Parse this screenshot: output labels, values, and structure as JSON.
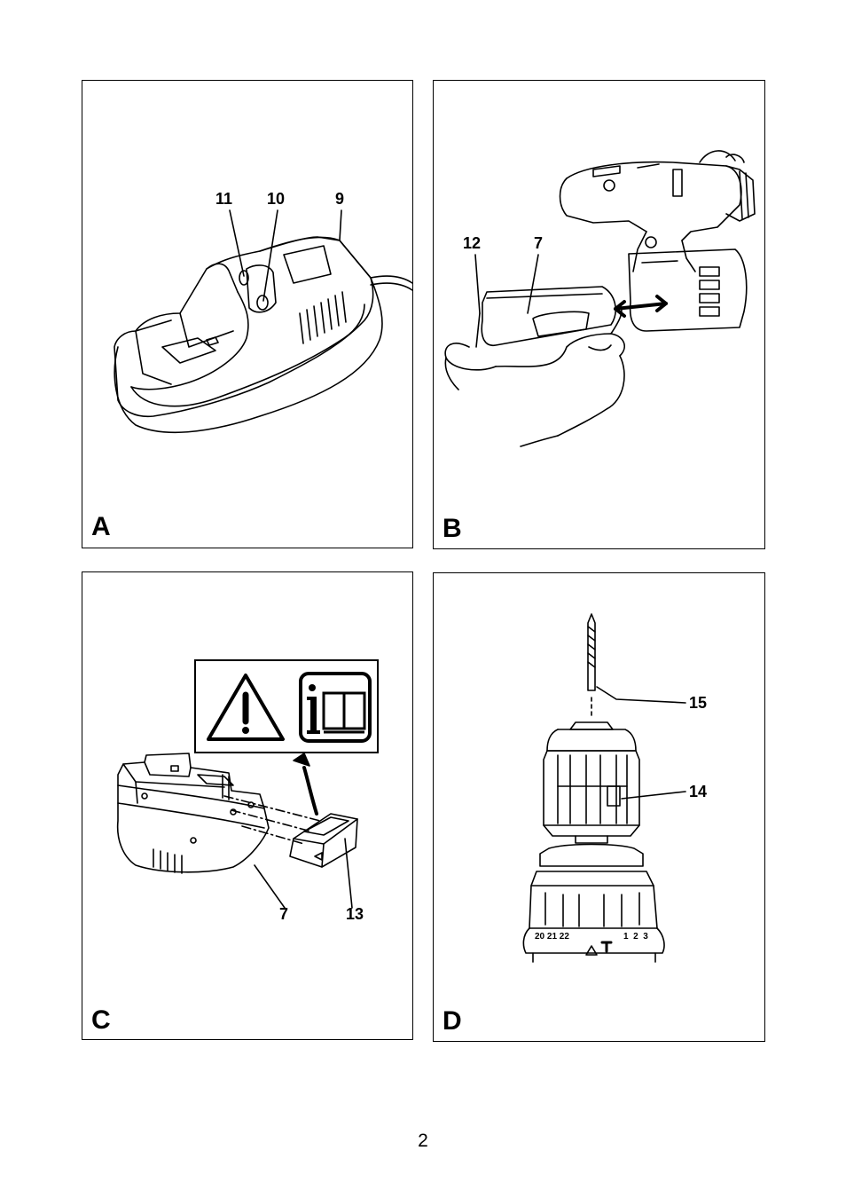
{
  "page_number": "2",
  "panels": {
    "A": {
      "label": "A",
      "callouts": {
        "c11": "11",
        "c10": "10",
        "c9": "9"
      }
    },
    "B": {
      "label": "B",
      "callouts": {
        "c12": "12",
        "c7": "7"
      }
    },
    "C": {
      "label": "C",
      "callouts": {
        "c7": "7",
        "c13": "13"
      },
      "symbols": [
        "warning-triangle-icon",
        "read-manual-icon"
      ]
    },
    "D": {
      "label": "D",
      "callouts": {
        "c15": "15",
        "c14": "14"
      },
      "torque_dial": {
        "left_numbers": "20 21 22",
        "right_numbers": "1  2  3"
      }
    }
  },
  "colors": {
    "line": "#000000",
    "background": "#ffffff",
    "shade": "#e6e6e6"
  }
}
